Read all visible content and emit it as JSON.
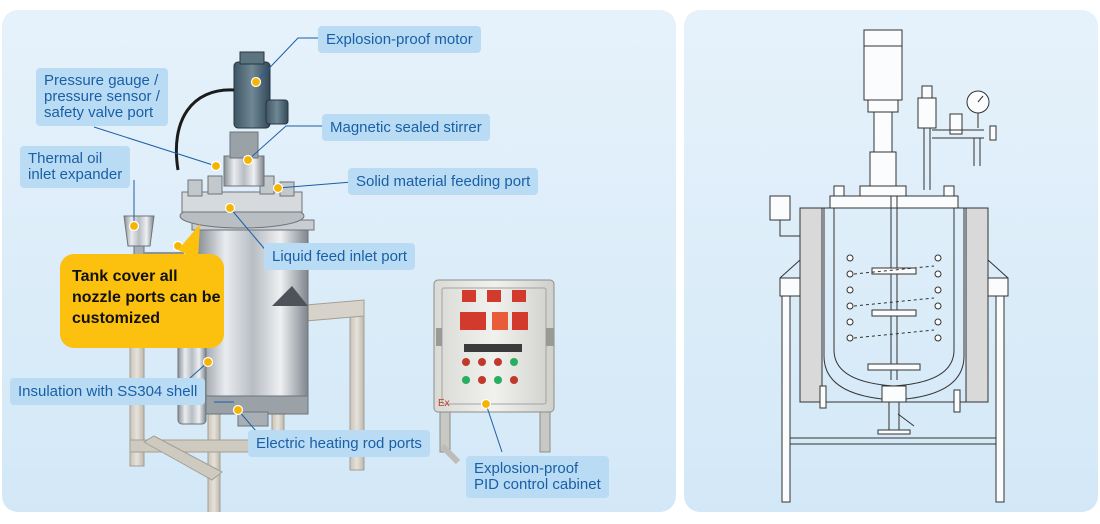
{
  "labels": {
    "motor": "Explosion-proof motor",
    "gauge": "Pressure gauge /\npressure sensor /\nsafety valve port",
    "stirrer": "Magnetic sealed stirrer",
    "thermal_oil": "Thermal oil\ninlet expander",
    "solid_feed": "Solid material feeding port",
    "liquid_feed": "Liquid feed inlet port",
    "insulation": "Insulation with SS304 shell",
    "heating_rod": "Electric heating rod ports",
    "cabinet": "Explosion-proof\nPID control cabinet"
  },
  "callout": "Tank cover all\nnozzle ports can be\ncustomized",
  "cabinet_marking": "Ex",
  "colors": {
    "label_bg": "#b9dcf4",
    "label_text": "#1a5fa6",
    "leader_line": "#1a5fa6",
    "dot": "#f5b400",
    "callout_bg": "#fcc10e",
    "panel_bg": "#dcecf8"
  }
}
